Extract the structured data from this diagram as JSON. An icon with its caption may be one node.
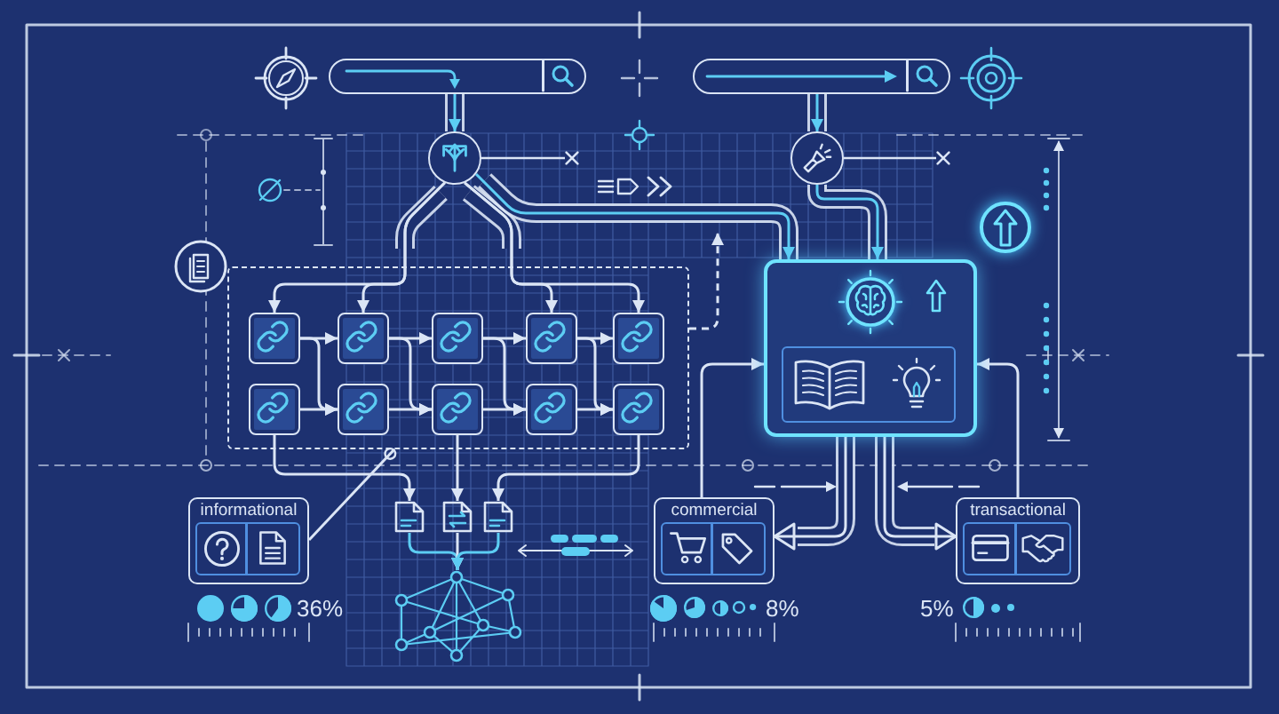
{
  "diagram": {
    "nodes": [
      {
        "text": [],
        "shape": "bar"
      },
      {
        "text": [],
        "shape": "bar"
      },
      {
        "text": [],
        "shape": "circle"
      },
      {
        "text": [],
        "shape": "circle"
      },
      {
        "text": [],
        "shape": "box"
      },
      {
        "text": [],
        "shape": "box",
        "in": 4
      },
      {
        "text": [],
        "shape": "box",
        "in": 4
      },
      {
        "text": [],
        "shape": "box",
        "in": 4
      },
      {
        "text": [],
        "shape": "box",
        "in": 4
      },
      {
        "text": [],
        "shape": "box",
        "in": 4
      },
      {
        "text": [],
        "shape": "box",
        "in": 4
      },
      {
        "text": [],
        "shape": "box",
        "in": 4
      },
      {
        "text": [],
        "shape": "box",
        "in": 4
      },
      {
        "text": [],
        "shape": "box",
        "in": 4
      },
      {
        "text": [],
        "shape": "box",
        "in": 4
      },
      {
        "text": [],
        "shape": "box"
      },
      {
        "text": [
          "informational"
        ],
        "beside": [
          "36%"
        ]
      },
      {
        "text": [],
        "shape": "document"
      },
      {
        "text": [],
        "shape": "document"
      },
      {
        "text": [],
        "shape": "document"
      },
      {
        "text": [
          "commercial"
        ],
        "beside": [
          "8%"
        ]
      },
      {
        "text": [
          "transactional"
        ],
        "beside": [
          "5%"
        ]
      },
      {
        "text": [],
        "shape": "network"
      },
      {
        "text": [],
        "shape": "cross"
      },
      {
        "text": [],
        "shape": "cross"
      }
    ],
    "edges": [
      {
        "from": 0,
        "to": 2,
        "arrow": "to",
        "color": "#5ccdf3"
      },
      {
        "from": 1,
        "to": 3,
        "arrow": "to",
        "color": "#5ccdf3"
      },
      {
        "from": 2,
        "to": 5,
        "arrow": "to"
      },
      {
        "from": 2,
        "to": 6,
        "arrow": "to"
      },
      {
        "from": 2,
        "to": 8,
        "arrow": "to"
      },
      {
        "from": 2,
        "to": 9,
        "arrow": "to"
      },
      {
        "from": 5,
        "to": 6,
        "arrow": "to"
      },
      {
        "from": 6,
        "to": 7,
        "arrow": "to"
      },
      {
        "from": 7,
        "to": 8,
        "arrow": "to"
      },
      {
        "from": 8,
        "to": 9,
        "arrow": "to"
      },
      {
        "from": 10,
        "to": 11,
        "arrow": "to"
      },
      {
        "from": 11,
        "to": 12,
        "arrow": "to"
      },
      {
        "from": 12,
        "to": 13,
        "arrow": "to"
      },
      {
        "from": 13,
        "to": 14,
        "arrow": "to"
      },
      {
        "from": 5,
        "to": 11,
        "arrow": "to"
      },
      {
        "from": 6,
        "to": 12,
        "arrow": "to"
      },
      {
        "from": 7,
        "to": 13,
        "arrow": "to"
      },
      {
        "from": 8,
        "to": 14,
        "arrow": "to"
      },
      {
        "from": 10,
        "to": 17,
        "arrow": "to"
      },
      {
        "from": 12,
        "to": 18,
        "arrow": "to"
      },
      {
        "from": 14,
        "to": 19,
        "arrow": "to"
      },
      {
        "from": 17,
        "to": 22,
        "arrow": "to",
        "color": "#5ccdf3"
      },
      {
        "from": 18,
        "to": 22,
        "arrow": "to"
      },
      {
        "from": 19,
        "to": 22,
        "arrow": "to",
        "color": "#5ccdf3"
      },
      {
        "from": 2,
        "to": 15,
        "arrow": "to",
        "color": "#5ccdf3"
      },
      {
        "from": 3,
        "to": 15,
        "arrow": "to",
        "color": "#5ccdf3"
      },
      {
        "from": 4,
        "to": null,
        "arrow": "to",
        "style": "dashed"
      },
      {
        "from": 15,
        "to": 20,
        "arrow": "to"
      },
      {
        "from": 15,
        "to": 21,
        "arrow": "to"
      },
      {
        "from": 20,
        "to": 15,
        "arrow": "to"
      },
      {
        "from": 21,
        "to": 15,
        "arrow": "to"
      },
      {
        "from": 16,
        "to": 4,
        "arrow": "other"
      },
      {
        "from": 2,
        "to": 23,
        "arrow": "none"
      },
      {
        "from": 3,
        "to": 24,
        "arrow": "none"
      }
    ]
  }
}
